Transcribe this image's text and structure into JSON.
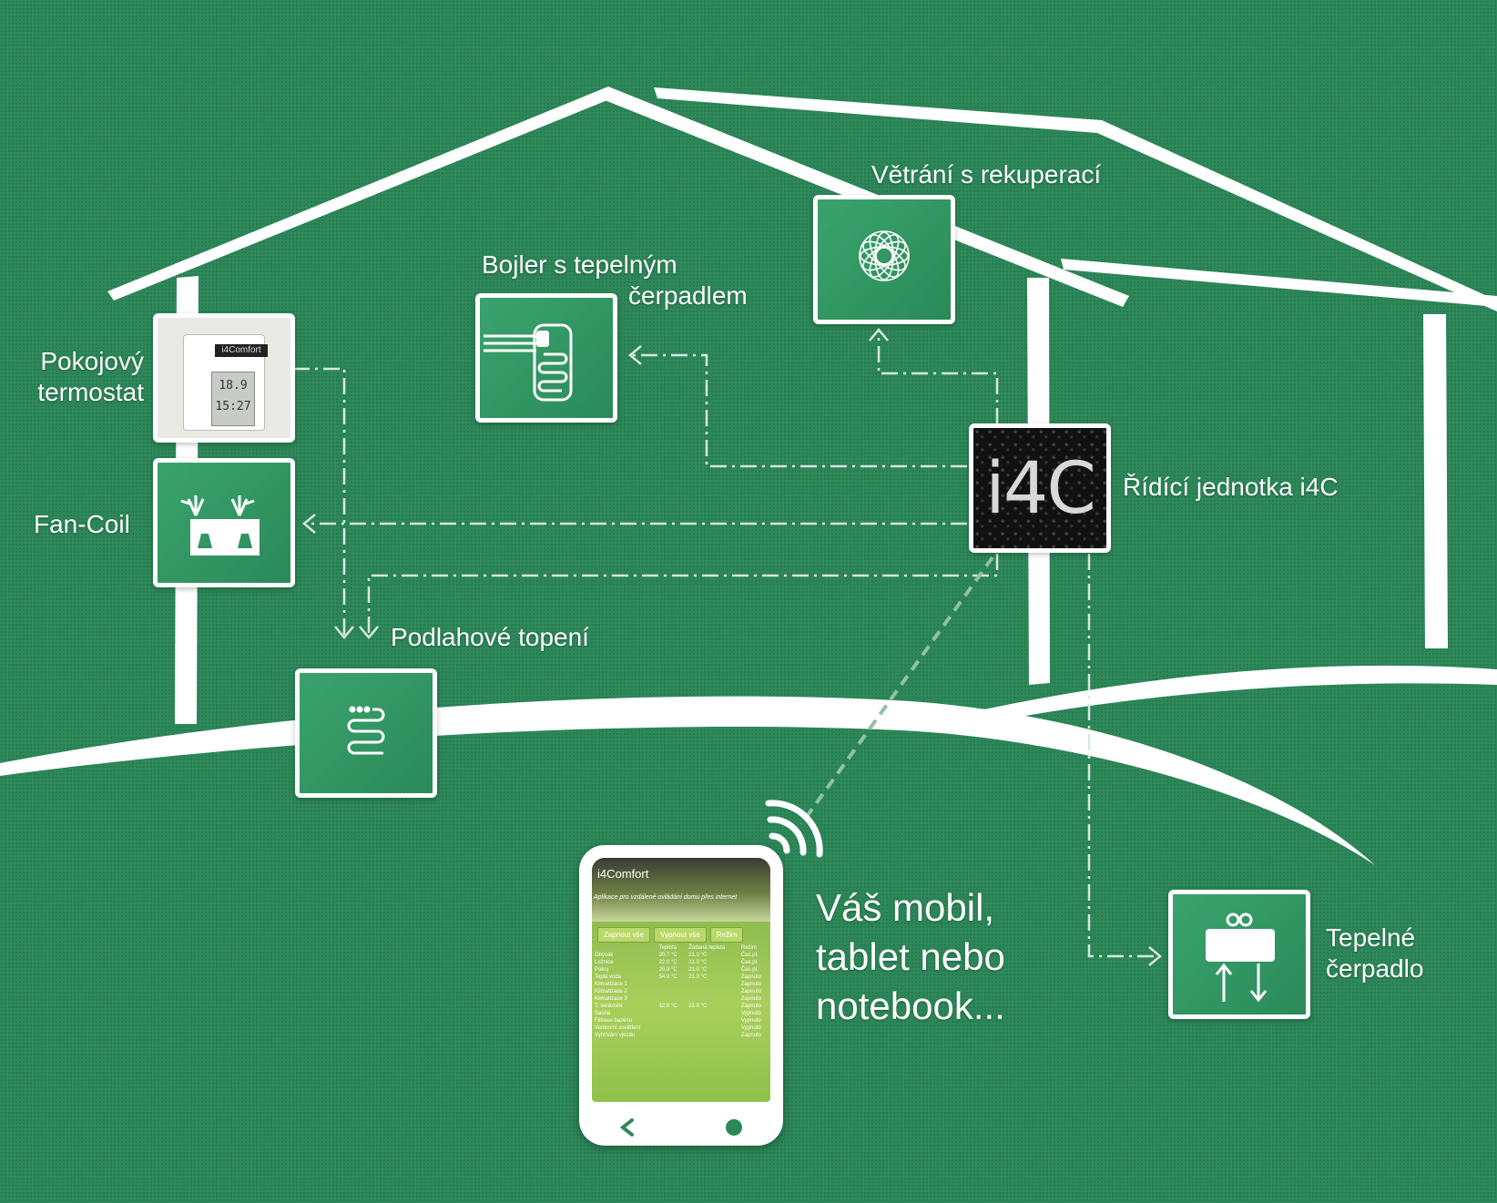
{
  "labels": {
    "thermostat": [
      "Pokojový",
      "termostat"
    ],
    "fancoil": "Fan-Coil",
    "boiler": [
      "Bojler s tepelným",
      "čerpadlem"
    ],
    "ventilation": "Větrání s rekuperací",
    "unit": "Řídící jednotka i4C",
    "floor": "Podlahové topení",
    "heatpump": [
      "Tepelné",
      "čerpadlo"
    ],
    "mobile": [
      "Váš mobil,",
      "tablet nebo",
      "notebook..."
    ]
  },
  "unit_logo": "i4C",
  "thermostat_device": {
    "brand": "i4Comfort",
    "reading_1": "18.9",
    "reading_2": "15:27"
  },
  "phone_app": {
    "title": "i4Comfort",
    "subtitle": "Aplikace pro vzdálené ovládání domu přes internet",
    "buttons": [
      "Zapnout vše",
      "Vypnout vše",
      "Režim"
    ],
    "columns": [
      "",
      "Teplota",
      "Žádaná teplota",
      "Režim"
    ],
    "rows": [
      {
        "name": "Obývák",
        "temp": "20.7 °C",
        "target": "21.0 °C",
        "mode": "Čas.pl."
      },
      {
        "name": "Ložnice",
        "temp": "22.0 °C",
        "target": "21.0 °C",
        "mode": "Čas.pl."
      },
      {
        "name": "Pokoj",
        "temp": "20.9 °C",
        "target": "21.0 °C",
        "mode": "Čas.pl."
      },
      {
        "name": "Teplá voda",
        "temp": "54.0 °C",
        "target": "21.0 °C",
        "mode": "Zapnuto"
      },
      {
        "name": "Klimatizace 1",
        "temp": "",
        "target": "",
        "mode": "Zapnuto"
      },
      {
        "name": "Klimatizace 2",
        "temp": "",
        "target": "",
        "mode": "Zapnuto"
      },
      {
        "name": "Klimatizace 3",
        "temp": "",
        "target": "",
        "mode": "Zapnuto"
      },
      {
        "name": "T. venkovní",
        "temp": "12.0 °C",
        "target": "21.0 °C",
        "mode": "Zapnuto"
      },
      {
        "name": "Sauna",
        "temp": "",
        "target": "",
        "mode": "Vypnuto"
      },
      {
        "name": "Filtrace bazénu",
        "temp": "",
        "target": "",
        "mode": "Vypnuto"
      },
      {
        "name": "Venkovní osvětlení",
        "temp": "",
        "target": "",
        "mode": "Vypnuto"
      },
      {
        "name": "Vyhřívání vjezdu",
        "temp": "",
        "target": "",
        "mode": "Zapnuto"
      }
    ]
  },
  "colors": {
    "background": "#2d8859",
    "tile": "#34996a",
    "line": "#ffffff",
    "connector": "#d7eadf"
  }
}
